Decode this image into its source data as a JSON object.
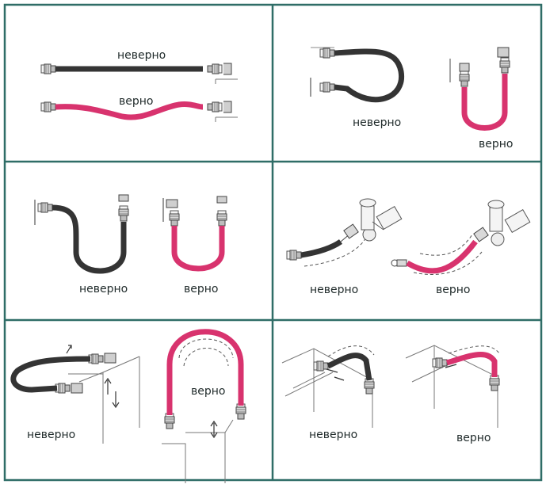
{
  "colors": {
    "frame": "#2f6d67",
    "hose_wrong": "#343434",
    "hose_right": "#d8336e",
    "fitting": "#8a8a8a",
    "text": "#1f2a2a"
  },
  "legend": {
    "wrong": "неверно",
    "right": "верно"
  },
  "panels": [
    {
      "id": "p1",
      "wrong": "неверно",
      "right": "верно"
    },
    {
      "id": "p2",
      "wrong": "неверно",
      "right": "верно"
    },
    {
      "id": "p3",
      "wrong": "неверно",
      "right": "верно"
    },
    {
      "id": "p4",
      "wrong": "неверно",
      "right": "верно"
    },
    {
      "id": "p5",
      "wrong": "неверно",
      "right": "верно"
    },
    {
      "id": "p6",
      "wrong": "неверно",
      "right": "верно"
    }
  ]
}
